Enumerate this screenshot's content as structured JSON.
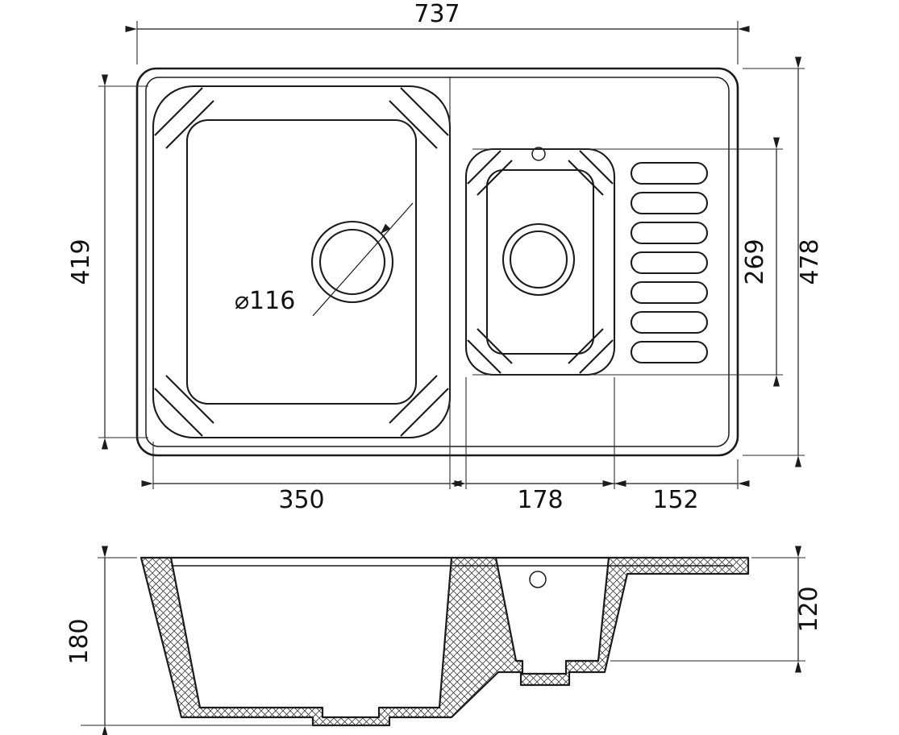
{
  "drawing": {
    "type": "technical-drawing",
    "subject": "double-bowl kitchen sink with drainboard",
    "line_color": "#1b1b1b",
    "background": "#ffffff",
    "top_view": {
      "overall_width": "737",
      "overall_depth": "478",
      "main_bowl_cutout_depth": "419",
      "small_bowl_cutout_depth": "269",
      "main_bowl_width": "350",
      "small_bowl_width": "178",
      "drainboard_width": "152",
      "drain_hole_diameter": "⌀116"
    },
    "section_view": {
      "main_bowl_depth": "180",
      "small_bowl_depth": "120"
    }
  }
}
